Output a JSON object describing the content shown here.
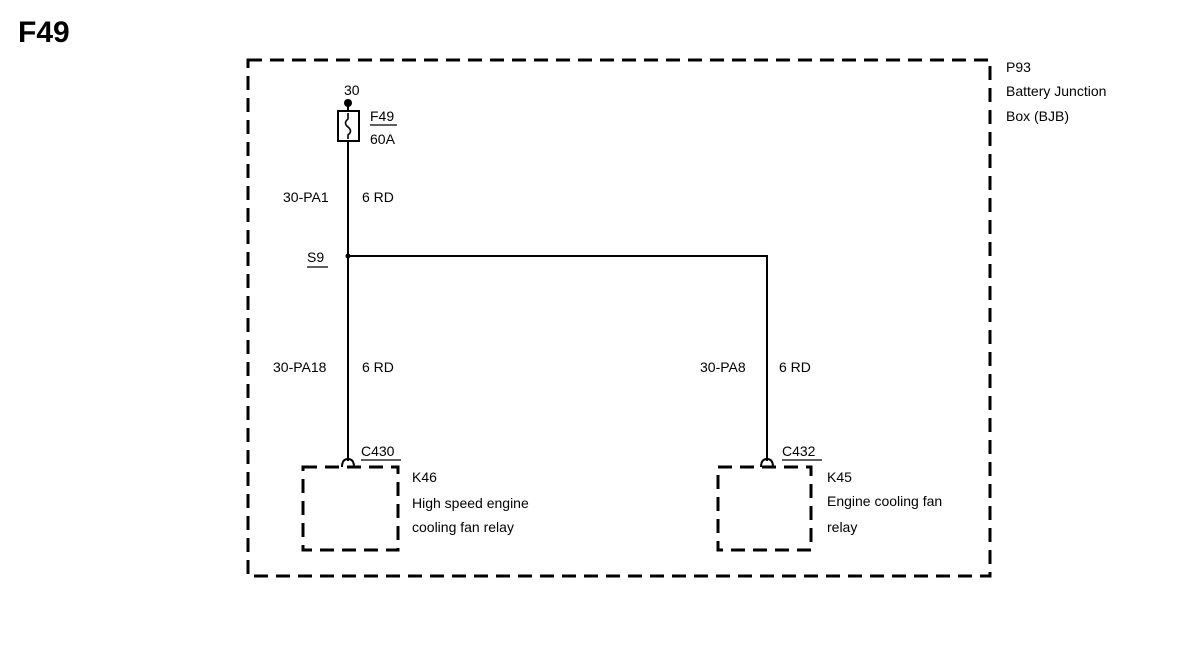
{
  "title": "F49",
  "junction_box": {
    "id": "P93",
    "name_line1": "Battery Junction",
    "name_line2": "Box (BJB)"
  },
  "fuse": {
    "supply_pin": "30",
    "id": "F49",
    "rating": "60A"
  },
  "wires": {
    "feed": {
      "circuit": "30-PA1",
      "spec": "6 RD"
    },
    "left": {
      "circuit": "30-PA18",
      "spec": "6 RD"
    },
    "right": {
      "circuit": "30-PA8",
      "spec": "6 RD"
    }
  },
  "splice": "S9",
  "relay_left": {
    "connector": "C430",
    "id": "K46",
    "desc_line1": "High speed engine",
    "desc_line2": "cooling fan relay"
  },
  "relay_right": {
    "connector": "C432",
    "id": "K45",
    "desc_line1": "Engine cooling fan",
    "desc_line2": "relay"
  }
}
